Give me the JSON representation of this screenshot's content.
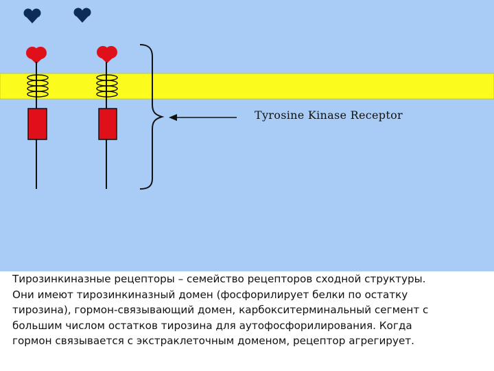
{
  "diagram": {
    "label": "Tyrosine Kinase Receptor",
    "colors": {
      "background": "#a8ccf5",
      "membrane": "#fbfb1e",
      "hormone": "#0d2d58",
      "binding_domain": "#e0101a",
      "kinase_domain": "#e0101a"
    }
  },
  "caption": {
    "lines": [
      "Тирозинкиназные рецепторы – семейство рецепторов сходной структуры.",
      "Они  имеют тирозинкиназный домен (фосфорилирует белки по остатку",
      "тирозина),  гормон-связывающий домен, карбокситерминальный сегмент с",
      "большим  числом остатков тирозина для аутофосфорилирования. Когда",
      "гормон  связывается с экстраклеточным доменом, рецептор агрегирует."
    ]
  }
}
